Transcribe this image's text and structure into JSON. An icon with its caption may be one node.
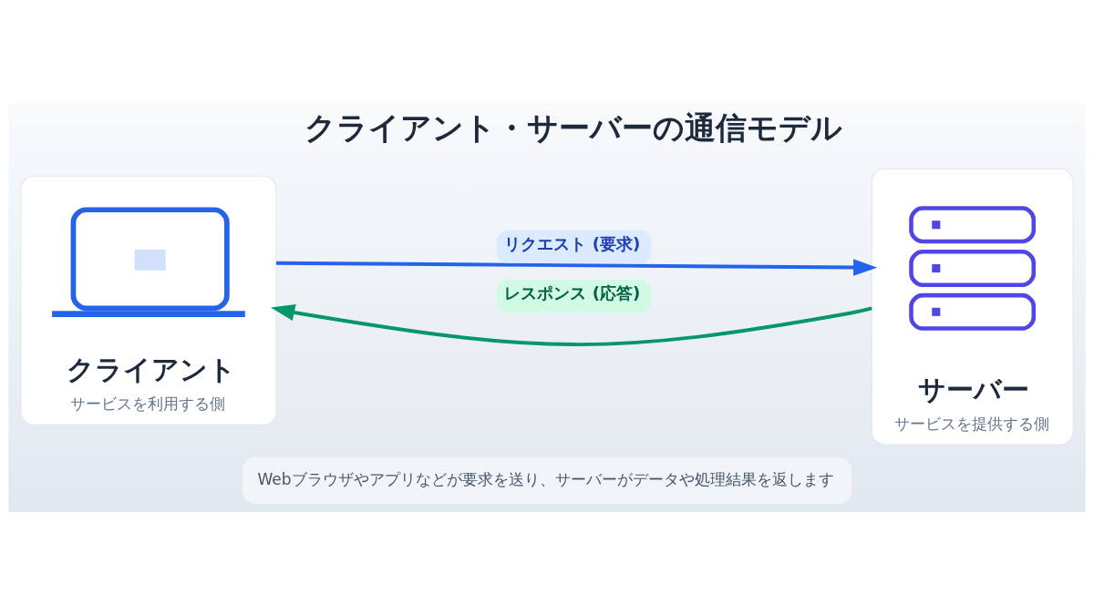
{
  "diagram": {
    "title": "クライアント・サーバーの通信モデル",
    "caption": "Webブラウザやアプリなどが要求を送り、サーバーがデータや処理結果を返します",
    "nodes": [
      {
        "text": [
          "クライアント",
          "サービスを利用する側"
        ]
      },
      {
        "text": [],
        "shape": "picture",
        "in": 0
      },
      {
        "text": [
          "サーバー",
          "サービスを提供する側"
        ]
      },
      {
        "text": [],
        "shape": "picture",
        "in": 2
      }
    ],
    "edges": [
      {
        "from": 0,
        "to": 2,
        "arrow": "to",
        "label": "リクエスト (要求)",
        "color": "#2563eb"
      },
      {
        "from": 2,
        "to": 0,
        "arrow": "to",
        "label": "レスポンス (応答)",
        "color": "#059669"
      }
    ]
  }
}
